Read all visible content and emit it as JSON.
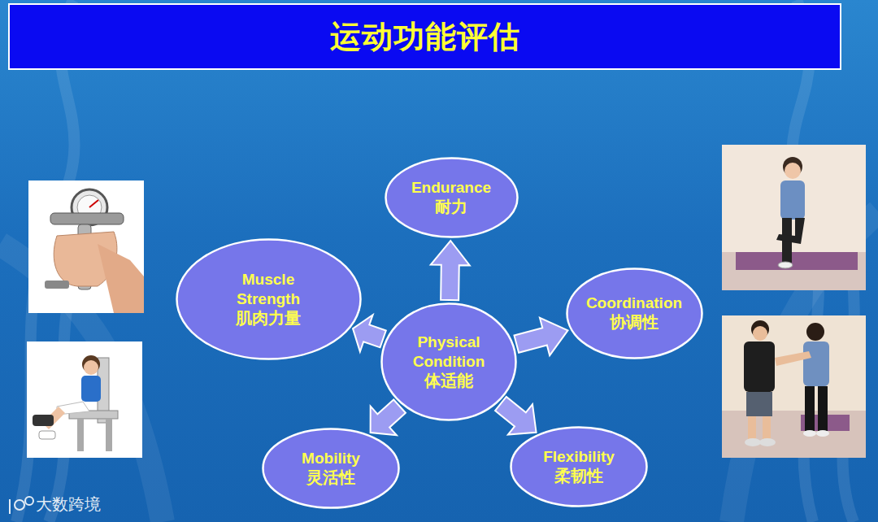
{
  "diagram": {
    "title": "运动功能评估",
    "nodes": [
      {
        "text": [
          "Endurance",
          "耐力"
        ]
      },
      {
        "text": [
          "Muscle Strength",
          "肌肉力量"
        ]
      },
      {
        "text": [
          "Coordination",
          "协调性"
        ]
      },
      {
        "text": [
          "Physical Condition",
          "体适能"
        ]
      },
      {
        "text": [
          "Mobility",
          "灵活性"
        ]
      },
      {
        "text": [
          "Flexibility",
          "柔韧性"
        ]
      }
    ],
    "edges": [
      {
        "from": 3,
        "to": 0,
        "arrow": "to"
      },
      {
        "from": 3,
        "to": 1,
        "arrow": "to"
      },
      {
        "from": 3,
        "to": 2,
        "arrow": "to"
      },
      {
        "from": 3,
        "to": 4,
        "arrow": "to"
      },
      {
        "from": 3,
        "to": 5,
        "arrow": "to"
      }
    ],
    "labels": [
      "大数跨境"
    ]
  }
}
